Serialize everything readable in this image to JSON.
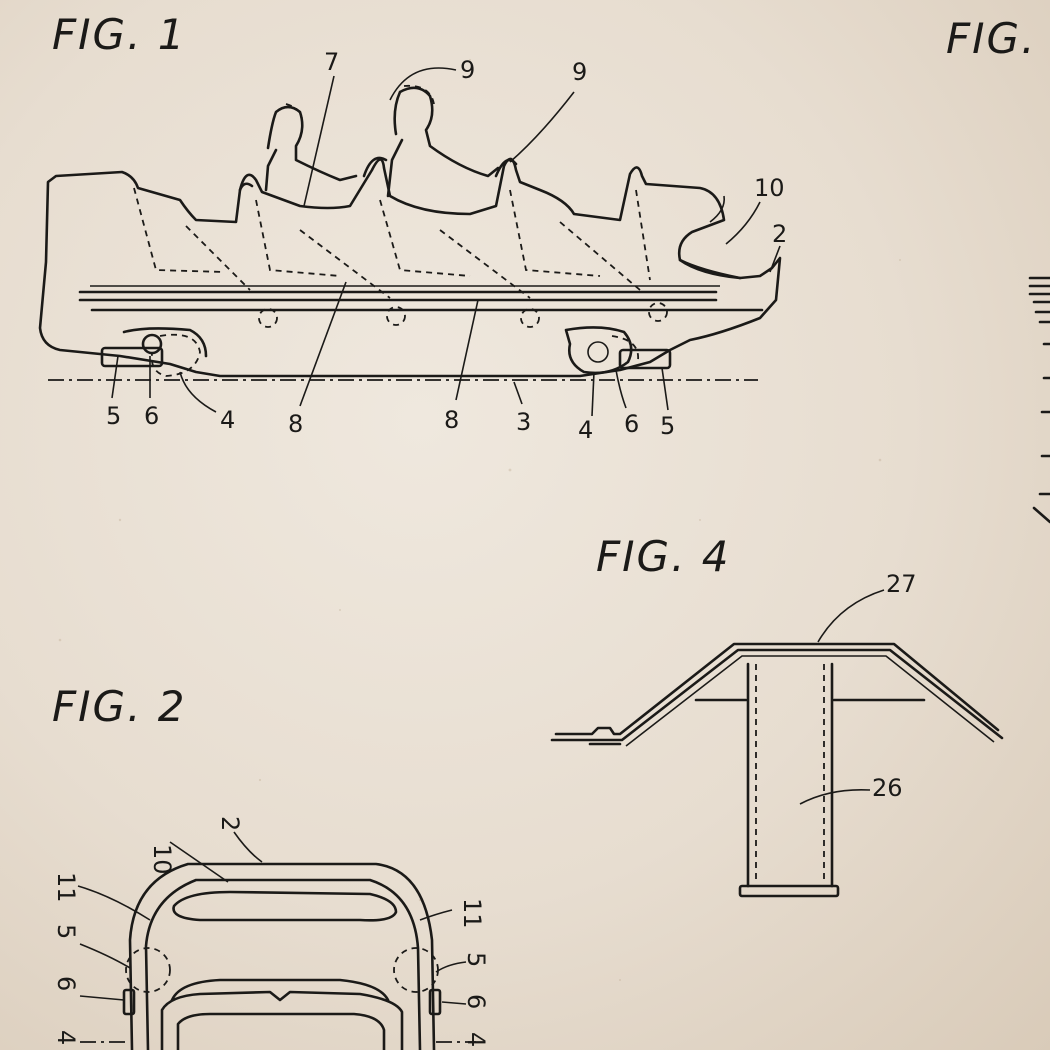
{
  "figures": {
    "fig1": {
      "title": "FIG.  1"
    },
    "fig2": {
      "title": "FIG.  2"
    },
    "fig3": {
      "title": "FIG."
    },
    "fig4": {
      "title": "FIG.  4"
    }
  },
  "callouts": {
    "fig1": {
      "c7": "7",
      "c9a": "9",
      "c9b": "9",
      "c10": "10",
      "c2": "2",
      "c5a": "5",
      "c6a": "6",
      "c4a": "4",
      "c8a": "8",
      "c8b": "8",
      "c3": "3",
      "c4b": "4",
      "c6b": "6",
      "c5b": "5"
    },
    "fig4": {
      "c27": "27",
      "c26": "26"
    },
    "fig2": {
      "c10": "10",
      "c2": "2",
      "c11a": "11",
      "c11b": "11",
      "c5a": "5",
      "c5b": "5",
      "c6a": "6",
      "c6b": "6",
      "c4a": "4",
      "c4b": "4"
    }
  },
  "colors": {
    "ink": "#1b1a18",
    "paper": "#ece4d8"
  }
}
